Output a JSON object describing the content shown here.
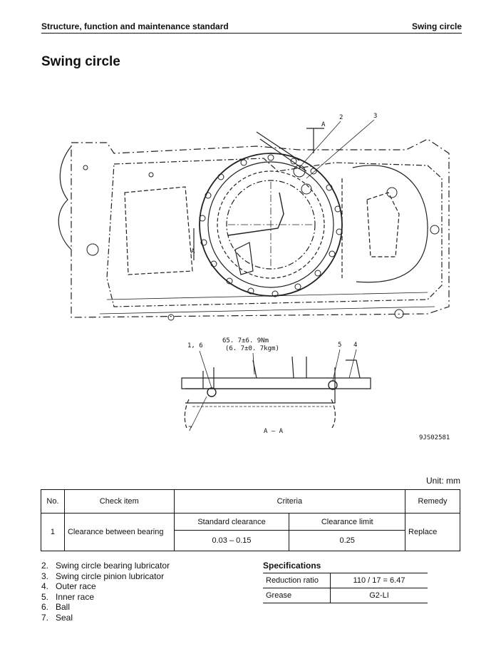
{
  "header": {
    "section": "Structure, function and maintenance standard",
    "page": "Swing circle"
  },
  "title": "Swing circle",
  "drawing": {
    "callouts_top": [
      "2",
      "3"
    ],
    "section_marker_top": "A",
    "section_marker_left": "A",
    "detail_callout_left": "1, 6",
    "detail_callout_right_a": "5",
    "detail_callout_right_b": "4",
    "detail_callout_bottom": "7",
    "torque_line1": "65. 7±6. 9Nm",
    "torque_line2": "(6. 7±0. 7kgm)",
    "section_caption": "A – A",
    "drawing_code": "9JS02581"
  },
  "criteria_table": {
    "unit": "Unit: mm",
    "headers": {
      "no": "No.",
      "check_item": "Check item",
      "criteria": "Criteria",
      "remedy": "Remedy"
    },
    "sub_headers": {
      "standard": "Standard clearance",
      "limit": "Clearance limit"
    },
    "rows": [
      {
        "no": "1",
        "check_item": "Clearance between bearing",
        "standard": "0.03 – 0.15",
        "limit": "0.25",
        "remedy": "Replace"
      }
    ]
  },
  "legend": [
    {
      "num": "2.",
      "text": "Swing circle bearing lubricator"
    },
    {
      "num": "3.",
      "text": "Swing circle pinion lubricator"
    },
    {
      "num": "4.",
      "text": "Outer race"
    },
    {
      "num": "5.",
      "text": "Inner race"
    },
    {
      "num": "6.",
      "text": "Ball"
    },
    {
      "num": "7.",
      "text": "Seal"
    }
  ],
  "specifications": {
    "title": "Specifications",
    "rows": [
      {
        "label": "Reduction ratio",
        "value": "110 / 17 = 6.47"
      },
      {
        "label": "Grease",
        "value": "G2-LI"
      }
    ]
  }
}
